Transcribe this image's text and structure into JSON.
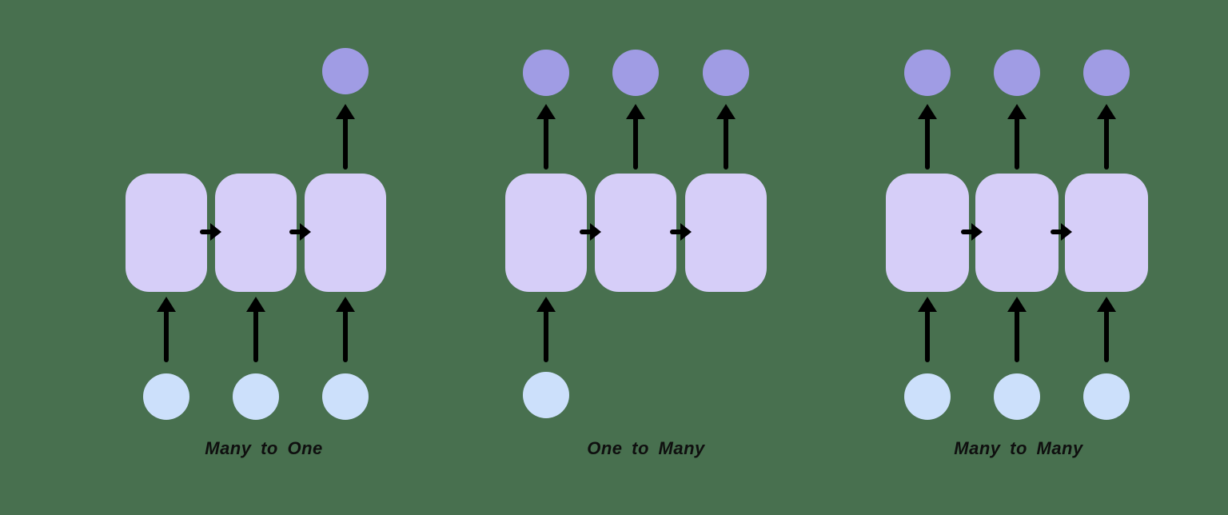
{
  "diagrams": [
    {
      "label": "Many to One",
      "cells": 3,
      "input_circles": 3,
      "output_circles": 1
    },
    {
      "label": "One to Many",
      "cells": 3,
      "input_circles": 1,
      "output_circles": 3
    },
    {
      "label": "Many to Many",
      "cells": 3,
      "input_circles": 3,
      "output_circles": 3
    }
  ],
  "colors": {
    "background": "#48704f",
    "cell-fill": "#d6cef8",
    "input-fill": "#cce0fb",
    "output-fill": "#a09ce4",
    "arrow": "#1d1d1f",
    "label-text": "#0f0f0f"
  }
}
